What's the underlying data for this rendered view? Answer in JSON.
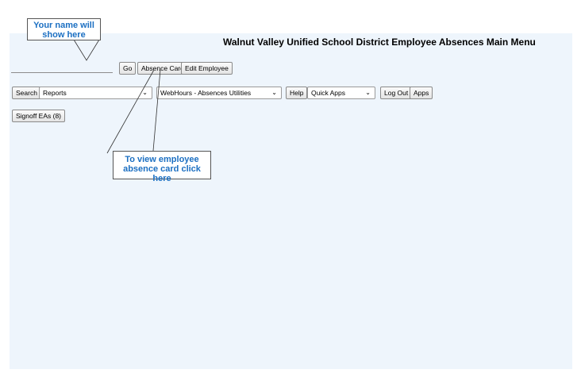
{
  "header": {
    "title": "Walnut Valley Unified School District Employee Absences Main Menu"
  },
  "toolbar_row1": {
    "name_input_value": "",
    "go_label": "Go",
    "absence_card_label": "Absence Card",
    "edit_employee_label": "Edit Employee"
  },
  "toolbar_row2": {
    "search_label": "Search",
    "reports_select": "Reports",
    "webhours_select": "WebHours - Absences Utilities",
    "help_label": "Help",
    "quick_apps_select": "Quick Apps",
    "logout_label": "Log Out",
    "apps_label": "Apps"
  },
  "toolbar_row3": {
    "signoff_label": "Signoff EAs (8)"
  },
  "annotations": {
    "name_callout_line1": "Your name will",
    "name_callout_line2": "show here",
    "absence_callout_line1": "To view employee",
    "absence_callout_line2": "absence card click here"
  },
  "colors": {
    "panel_bg": "#eef5fc",
    "callout_text": "#1b6fc2"
  },
  "icons": {
    "dropdown": "chevron-down-icon"
  }
}
